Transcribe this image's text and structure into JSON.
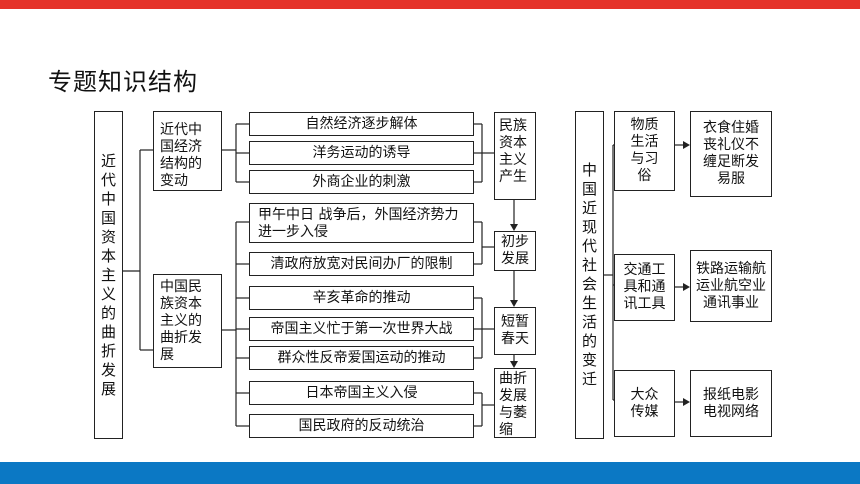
{
  "title": "专题知识结构",
  "colors": {
    "top_bar": "#e5332a",
    "bottom_bar": "#0b78c4",
    "line": "#222222"
  },
  "root": "近代中国资本主义的曲折发展",
  "groups": [
    "近代中国经济结构的变动",
    "中国民族资本主义的曲折发展"
  ],
  "factors": [
    "自然经济逐步解体",
    "洋务运动的诱导",
    "外商企业的刺激",
    "甲午中日 战争后，外国经济势力进一步入侵",
    "清政府放宽对民间办厂的限制",
    "辛亥革命的推动",
    "帝国主义忙于第一次世界大战",
    "群众性反帝爱国运动的推动",
    "日本帝国主义入侵",
    "国民政府的反动统治"
  ],
  "stages": [
    "民族资本主义产生",
    "初步发展",
    "短暂春天",
    "曲折发展与萎缩"
  ],
  "social_change": "中国近现代社会生活的变迁",
  "categories": [
    {
      "name": "物质生活与习俗",
      "detail": "衣食住婚丧礼仪不缠足断发易服"
    },
    {
      "name": "交通工具和通讯工具",
      "detail": "铁路运输航运业航空业通讯事业"
    },
    {
      "name": "大众传媒",
      "detail": "报纸电影电视网络"
    }
  ]
}
